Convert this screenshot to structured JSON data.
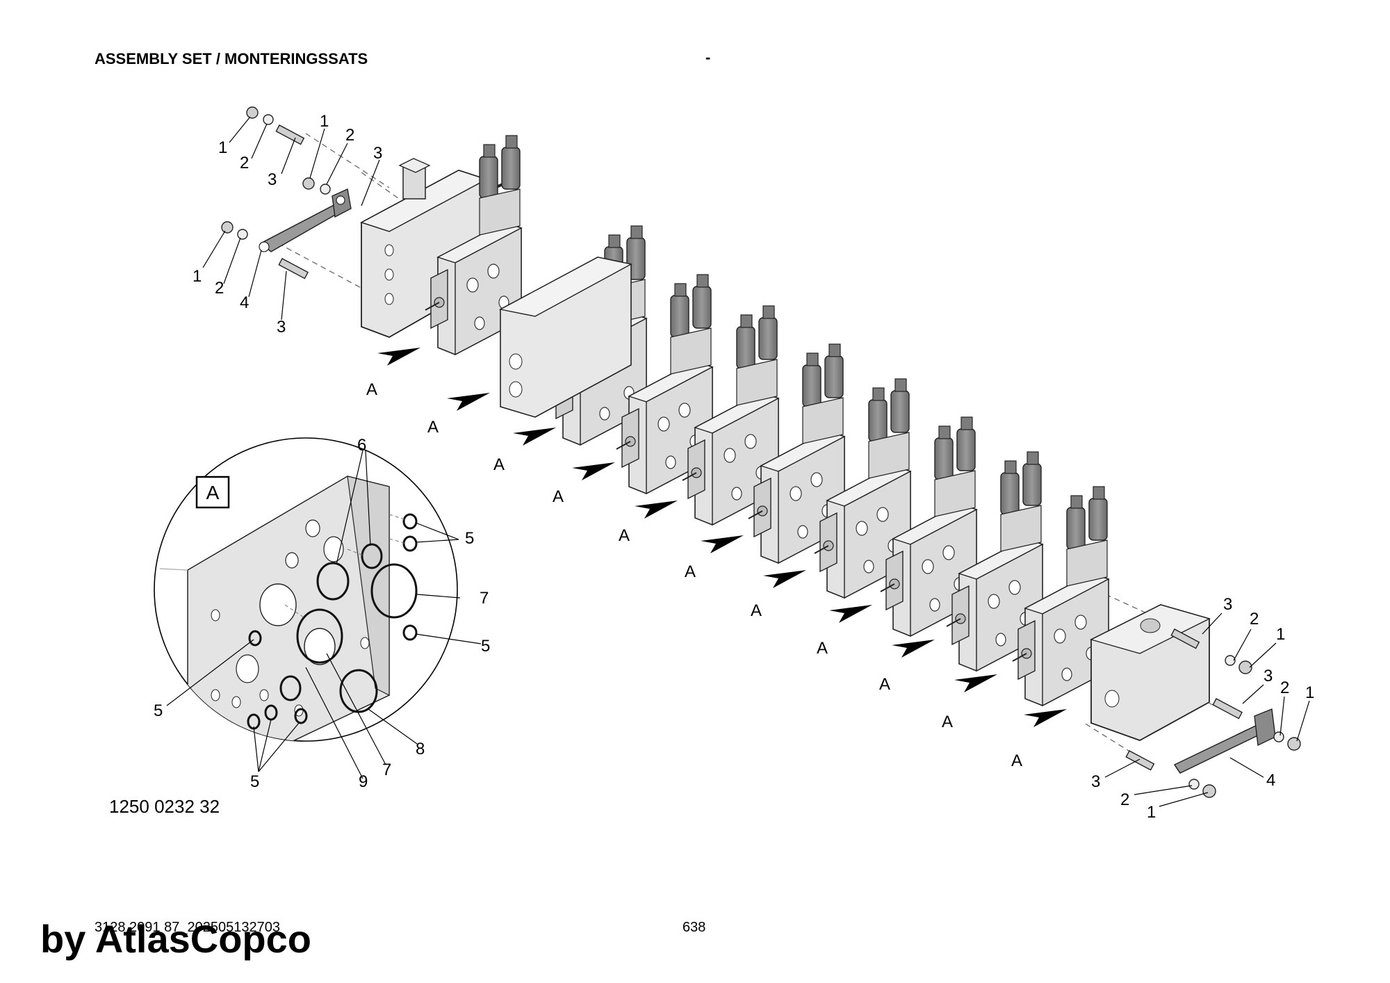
{
  "header": {
    "title": "ASSEMBLY SET / MONTERINGSSATS",
    "dash": "-"
  },
  "detail_box_label": "A",
  "view_marker": "A",
  "part_number": "1250 0232 32",
  "callouts": {
    "left_end": [
      "1",
      "2",
      "3",
      "1",
      "2",
      "3",
      "1",
      "2",
      "4",
      "3"
    ],
    "right_end": [
      "3",
      "2",
      "1",
      "3",
      "2",
      "1",
      "3",
      "2",
      "1",
      "4"
    ],
    "detail": [
      "6",
      "5",
      "7",
      "5",
      "5",
      "5",
      "9",
      "7",
      "8"
    ]
  },
  "footer": {
    "doc_id": "3128 2091 87_202505132703",
    "page_number": "638",
    "brand": "by AtlasCopco"
  }
}
